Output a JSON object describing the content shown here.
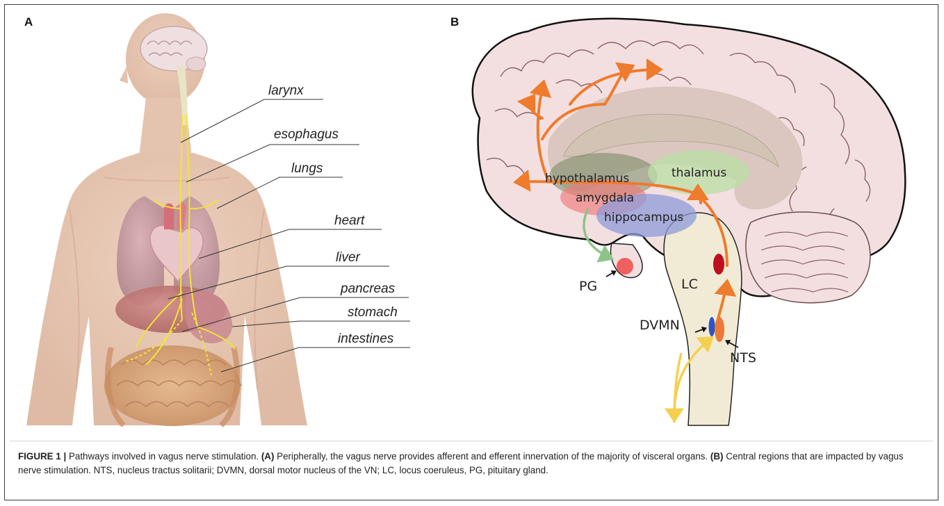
{
  "figure": {
    "panel_a_letter": "A",
    "panel_b_letter": "B",
    "organs": [
      "larynx",
      "esophagus",
      "lungs",
      "heart",
      "liver",
      "pancreas",
      "stomach",
      "intestines"
    ],
    "brain_regions": {
      "hypothalamus": "hypothalamus",
      "thalamus": "thalamus",
      "amygdala": "amygdala",
      "hippocampus": "hippocampus"
    },
    "nuclei": {
      "pg": "PG",
      "lc": "LC",
      "dvmn": "DVMN",
      "nts": "NTS"
    }
  },
  "caption": {
    "label": "FIGURE 1 |",
    "text1": " Pathways involved in vagus nerve stimulation. ",
    "a_tag": "(A)",
    "text2": " Peripherally, the vagus nerve provides afferent and efferent innervation of the majority of visceral organs. ",
    "b_tag": "(B)",
    "text3": " Central regions that are impacted by vagus nerve stimulation. NTS, nucleus tractus solitarii; DVMN, dorsal motor nucleus of the VN; LC, locus coeruleus, PG, pituitary gland."
  },
  "colors": {
    "body_skin": "#e8c8b4",
    "brain_pink": "#f2dcdc",
    "brain_inner": "#d9c7c1",
    "brainstem": "#f1ebd5",
    "nerve_yellow": "#f2e23a",
    "pathway_orange": "#ef7b2c",
    "green_pathway": "#8cc58a",
    "hypothalamus": "#5b7b4a",
    "thalamus": "#b9dfa6",
    "amygdala": "#f07a7a",
    "hippocampus": "#8e9bd9",
    "lc_red": "#c0101c",
    "pg_red": "#f06060",
    "dvmn_blue": "#2a54c8",
    "nts_orange": "#ec7a34"
  }
}
